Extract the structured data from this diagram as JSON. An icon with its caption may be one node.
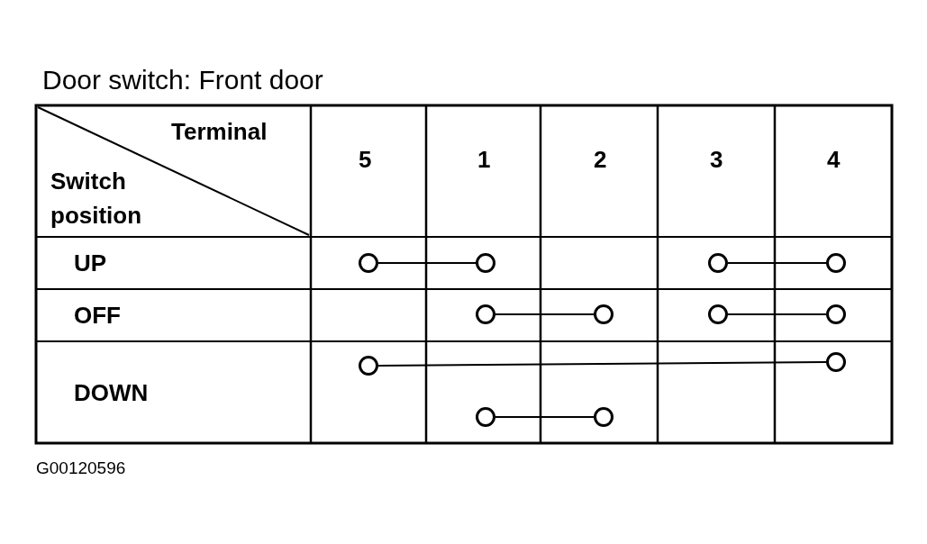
{
  "diagram": {
    "title": "Door switch: Front door",
    "caption": "G00120596",
    "labels": [
      "Terminal",
      "Switch position",
      "5",
      "1",
      "2",
      "3",
      "4",
      "UP",
      "OFF",
      "DOWN"
    ],
    "nodes": [
      {
        "text": [],
        "shape": "circle"
      },
      {
        "text": [],
        "shape": "circle"
      },
      {
        "text": [],
        "shape": "circle"
      },
      {
        "text": [],
        "shape": "circle"
      },
      {
        "text": [],
        "shape": "circle"
      },
      {
        "text": [],
        "shape": "circle"
      },
      {
        "text": [],
        "shape": "circle"
      },
      {
        "text": [],
        "shape": "circle"
      },
      {
        "text": [],
        "shape": "circle"
      },
      {
        "text": [],
        "shape": "circle"
      },
      {
        "text": [],
        "shape": "circle"
      },
      {
        "text": [],
        "shape": "circle"
      }
    ],
    "edges": [
      {
        "from": 0,
        "to": 1,
        "arrow": "none"
      },
      {
        "from": 2,
        "to": 3,
        "arrow": "none"
      },
      {
        "from": 4,
        "to": 5,
        "arrow": "none"
      },
      {
        "from": 6,
        "to": 7,
        "arrow": "none"
      },
      {
        "from": 8,
        "to": 9,
        "arrow": "none"
      },
      {
        "from": 10,
        "to": 11,
        "arrow": "none"
      }
    ]
  }
}
